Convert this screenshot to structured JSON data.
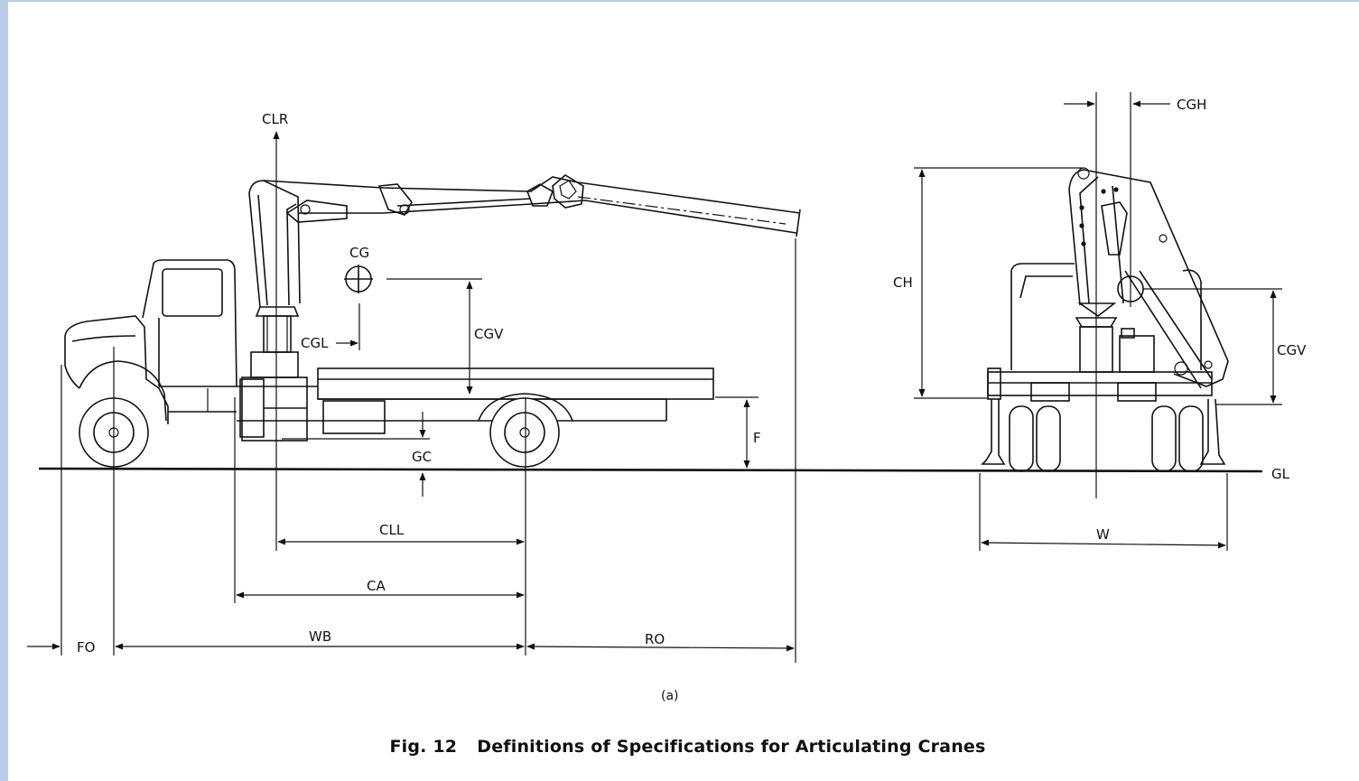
{
  "caption": {
    "figure_number": "Fig. 12",
    "title": "Definitions of Specifications for Articulating Cranes"
  },
  "subfigure_label": "(a)",
  "side_view_labels": {
    "clr": "CLR",
    "cg": "CG",
    "cgl": "CGL",
    "cgv": "CGV",
    "gc": "GC",
    "f": "F",
    "cll": "CLL",
    "ca": "CA",
    "wb": "WB",
    "fo": "FO",
    "ro": "RO"
  },
  "rear_view_labels": {
    "cgh": "CGH",
    "ch": "CH",
    "cgv": "CGV",
    "gl": "GL",
    "w": "W"
  },
  "colors": {
    "frame_border": "#b9cde6",
    "ink": "#111111"
  }
}
